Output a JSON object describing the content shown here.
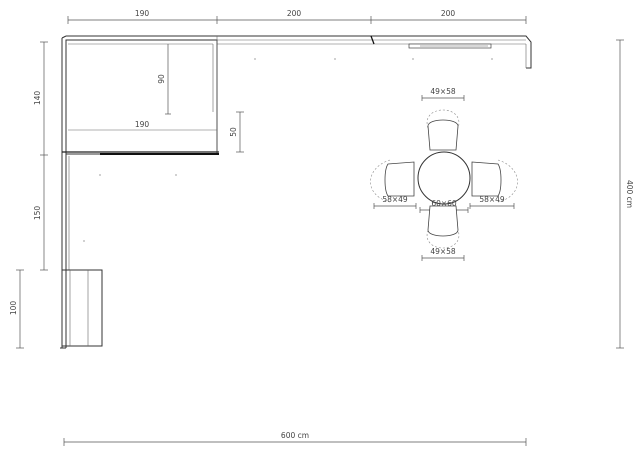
{
  "dimensions": {
    "top_left": "190",
    "top_mid": "200",
    "top_right": "200",
    "left_upper": "140",
    "left_mid": "150",
    "left_lower": "100",
    "inner_vertical": "90",
    "inner_horizontal": "190",
    "gap_50": "50",
    "right_total": "400 cm",
    "bottom_total": "600 cm"
  },
  "table_set": {
    "chair_top": "49×58",
    "chair_left": "58×49",
    "table": "60×60",
    "chair_right": "58×49",
    "chair_bottom": "49×58"
  }
}
